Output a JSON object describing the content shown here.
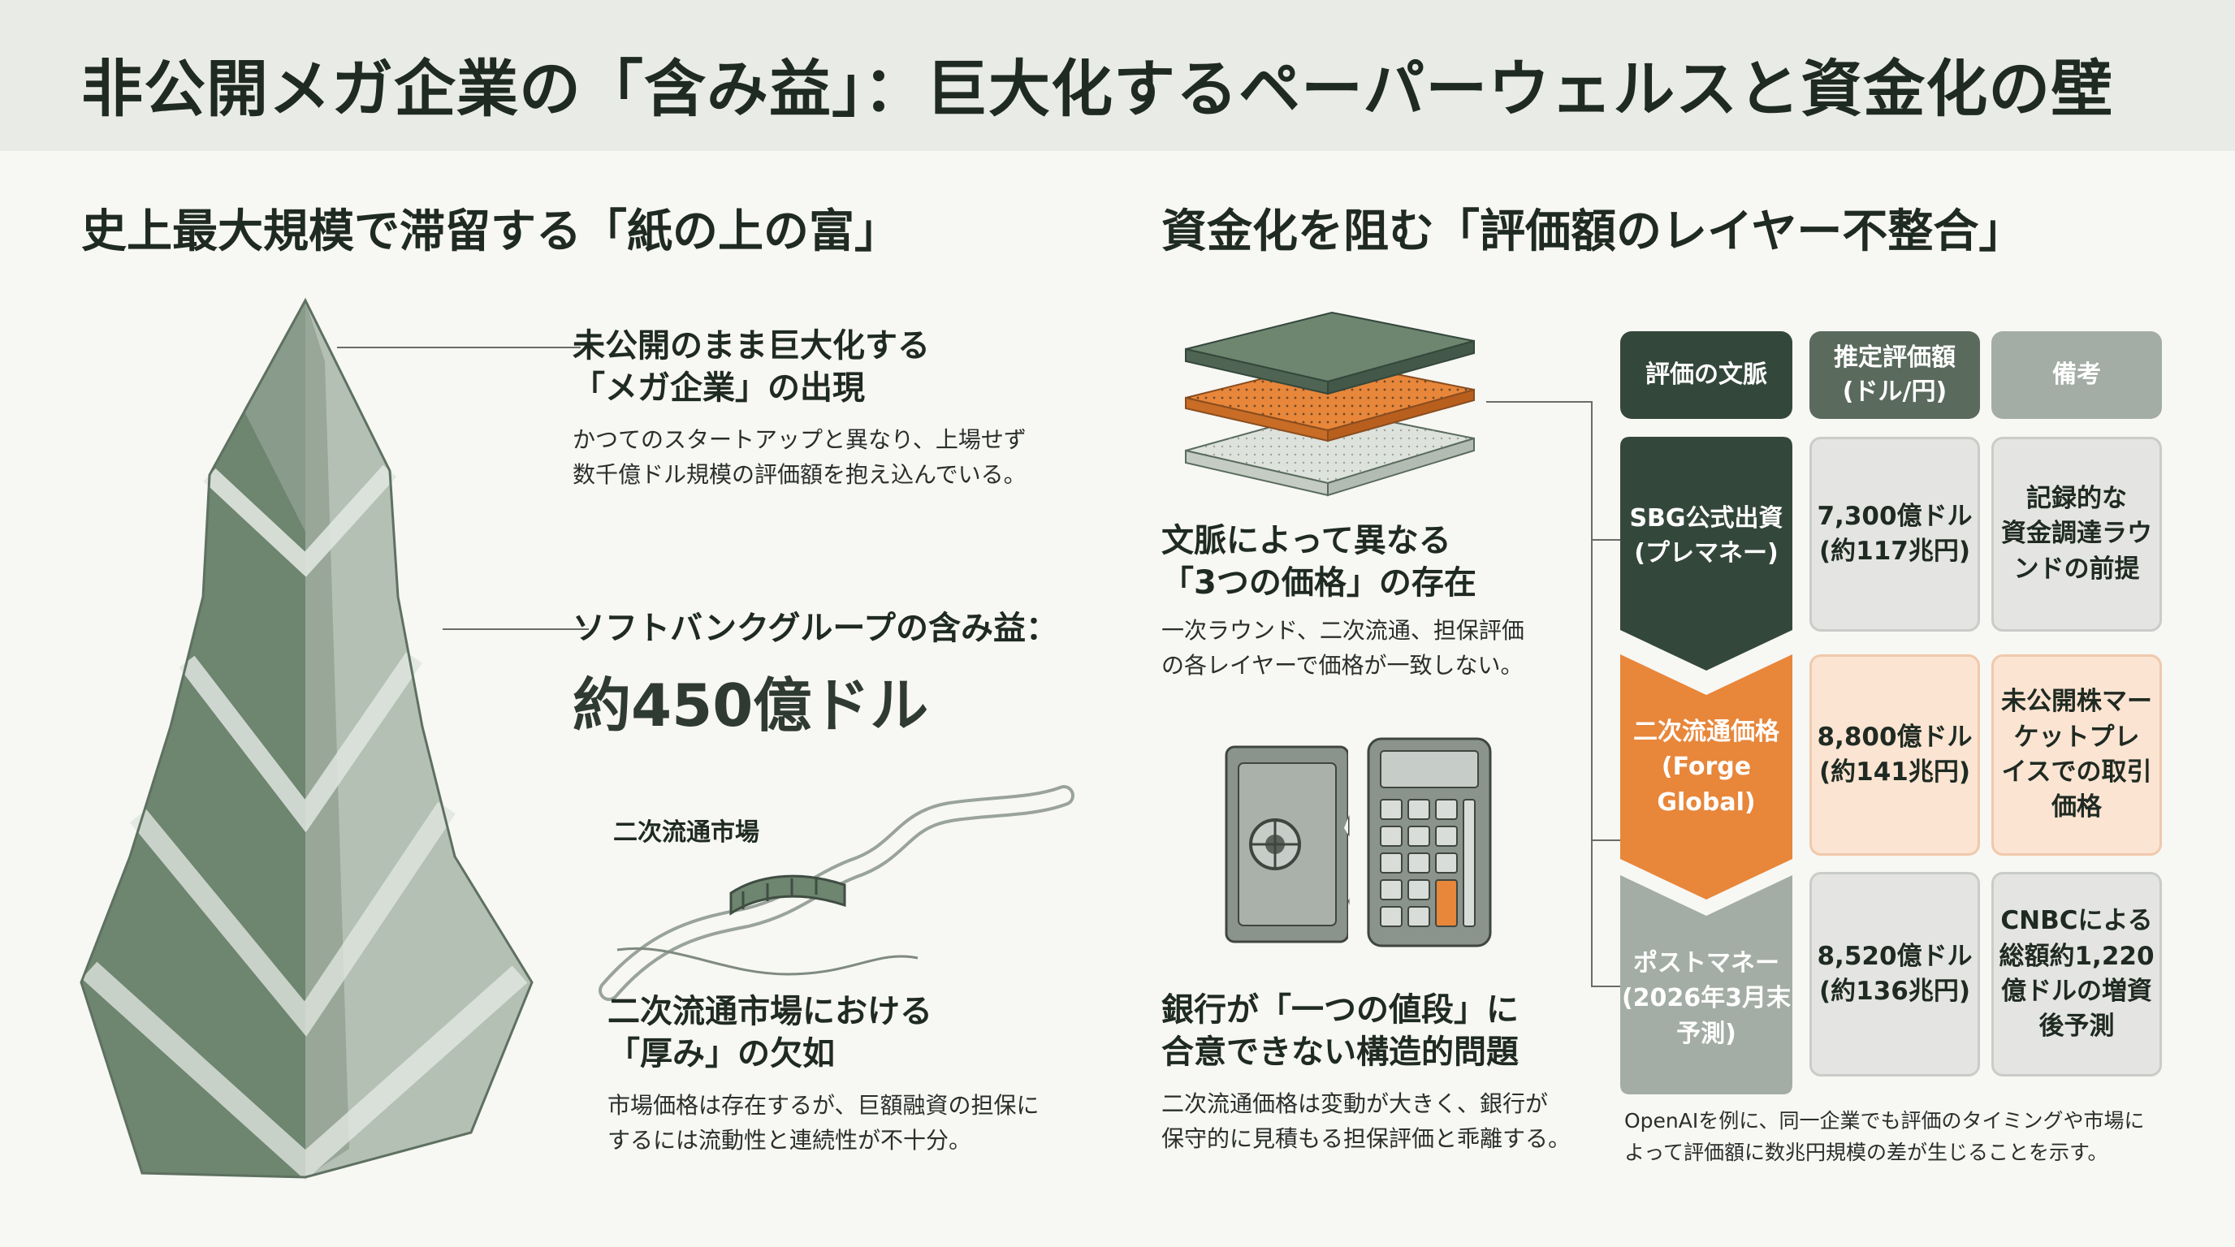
{
  "title": "非公開メガ企業の「含み益」：巨大化するペーパーウェルスと資金化の壁",
  "left": {
    "section_title": "史上最大規模で滞留する「紙の上の富」",
    "item1": {
      "heading": "未公開のまま巨大化する\n「メガ企業」の出現",
      "body": "かつてのスタートアップと異なり、上場せず\n数千億ドル規模の評価額を抱え込んでいる。"
    },
    "item2": {
      "heading": "ソフトバンクグループの含み益：",
      "value": "約450億ドル"
    },
    "item3": {
      "illustration_label": "二次流通市場",
      "heading": "二次流通市場における\n「厚み」の欠如",
      "body": "市場価格は存在するが、巨額融資の担保に\nするには流動性と連続性が不十分。"
    }
  },
  "right": {
    "section_title": "資金化を阻む「評価額のレイヤー不整合」",
    "item1": {
      "heading": "文脈によって異なる\n「3つの価格」の存在",
      "body": "一次ラウンド、二次流通、担保評価\nの各レイヤーで価格が一致しない。"
    },
    "item2": {
      "heading": "銀行が「一つの値段」に\n合意できない構造的問題",
      "body": "二次流通価格は変動が大きく、銀行が\n保守的に見積もる担保評価と乖離する。"
    },
    "table": {
      "headers": [
        "評価の文脈",
        "推定評価額\n(ドル/円)",
        "備考"
      ],
      "rows": [
        {
          "context": "SBG公式出資\n(プレマネー)",
          "value": "7,300億ドル\n(約117兆円)",
          "note": "記録的な\n資金調達ラウ\nンドの前提"
        },
        {
          "context": "二次流通価格\n(Forge Global)",
          "value": "8,800億ドル\n(約141兆円)",
          "note": "未公開株マー\nケットプレ\nイスでの取引\n価格"
        },
        {
          "context": "ポストマネー\n(2026年3月末\n予測)",
          "value": "8,520億ドル\n(約136兆円)",
          "note": "CNBCによる\n総額約1,220\n億ドルの増資\n後予測"
        }
      ],
      "footnote": "OpenAIを例に、同一企業でも評価のタイミングや市場に\nよって評価額に数兆円規模の差が生じることを示す。"
    }
  },
  "colors": {
    "dark_green": "#34473b",
    "mid_green": "#5a6b5e",
    "light_green": "#a3ada5",
    "orange": "#e8863a",
    "gray_cell": "#e4e5e3",
    "peach_cell": "#fbe4d2"
  }
}
